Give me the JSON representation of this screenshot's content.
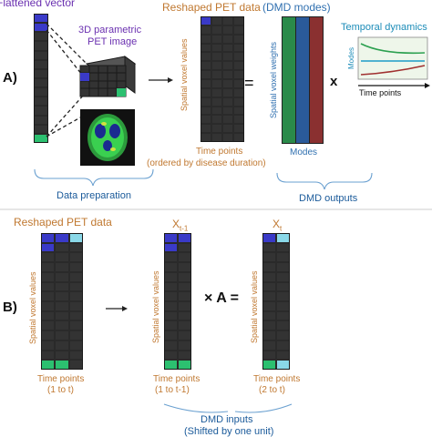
{
  "colors": {
    "orange_text": "#c07830",
    "purple_text": "#6a30b0",
    "blue_text": "#3070b0",
    "teal_text": "#1c8cb8",
    "cell_dark": "#333333",
    "cell_blue": "#3a3ac8",
    "cell_lightblue": "#8ad8e8",
    "cell_green": "#2cc070",
    "mode_green": "#2a8a4a",
    "mode_blue": "#2a5a9a",
    "mode_red": "#8a3030"
  },
  "panel_a": {
    "label": "A)",
    "flattened_vector": "Flattened vector",
    "pet_image_line1": "3D parametric",
    "pet_image_line2": "PET image",
    "reshaped_title": "Reshaped PET data",
    "spatial_values": "Spatial voxel values",
    "time_points": "Time points",
    "time_points_sub": "(ordered by disease duration)",
    "equals": "=",
    "dmd_modes": "(DMD modes)",
    "spatial_weights": "Spatial voxel weights",
    "modes_label": "Modes",
    "times": "x",
    "temporal_title": "Temporal dynamics",
    "modes_axis": "Modes",
    "time_axis": "Time points",
    "data_prep": "Data preparation",
    "dmd_outputs": "DMD outputs"
  },
  "panel_b": {
    "label": "B)",
    "reshaped_title": "Reshaped PET data",
    "spatial_values_1": "Spatial voxel values",
    "time_1": "Time points",
    "time_1_sub": "(1 to t)",
    "xt1_main": "X",
    "xt1_sub": "t-1",
    "spatial_values_2": "Spatial voxel values",
    "time_2": "Time points",
    "time_2_sub": "(1 to t-1)",
    "times_a": "× A =",
    "xt_main": "X",
    "xt_sub": "t",
    "spatial_values_3": "Spatial voxel values",
    "time_3": "Time points",
    "time_3_sub": "(2 to t)",
    "dmd_inputs": "DMD inputs",
    "dmd_inputs_sub": "(Shifted by one unit)"
  }
}
